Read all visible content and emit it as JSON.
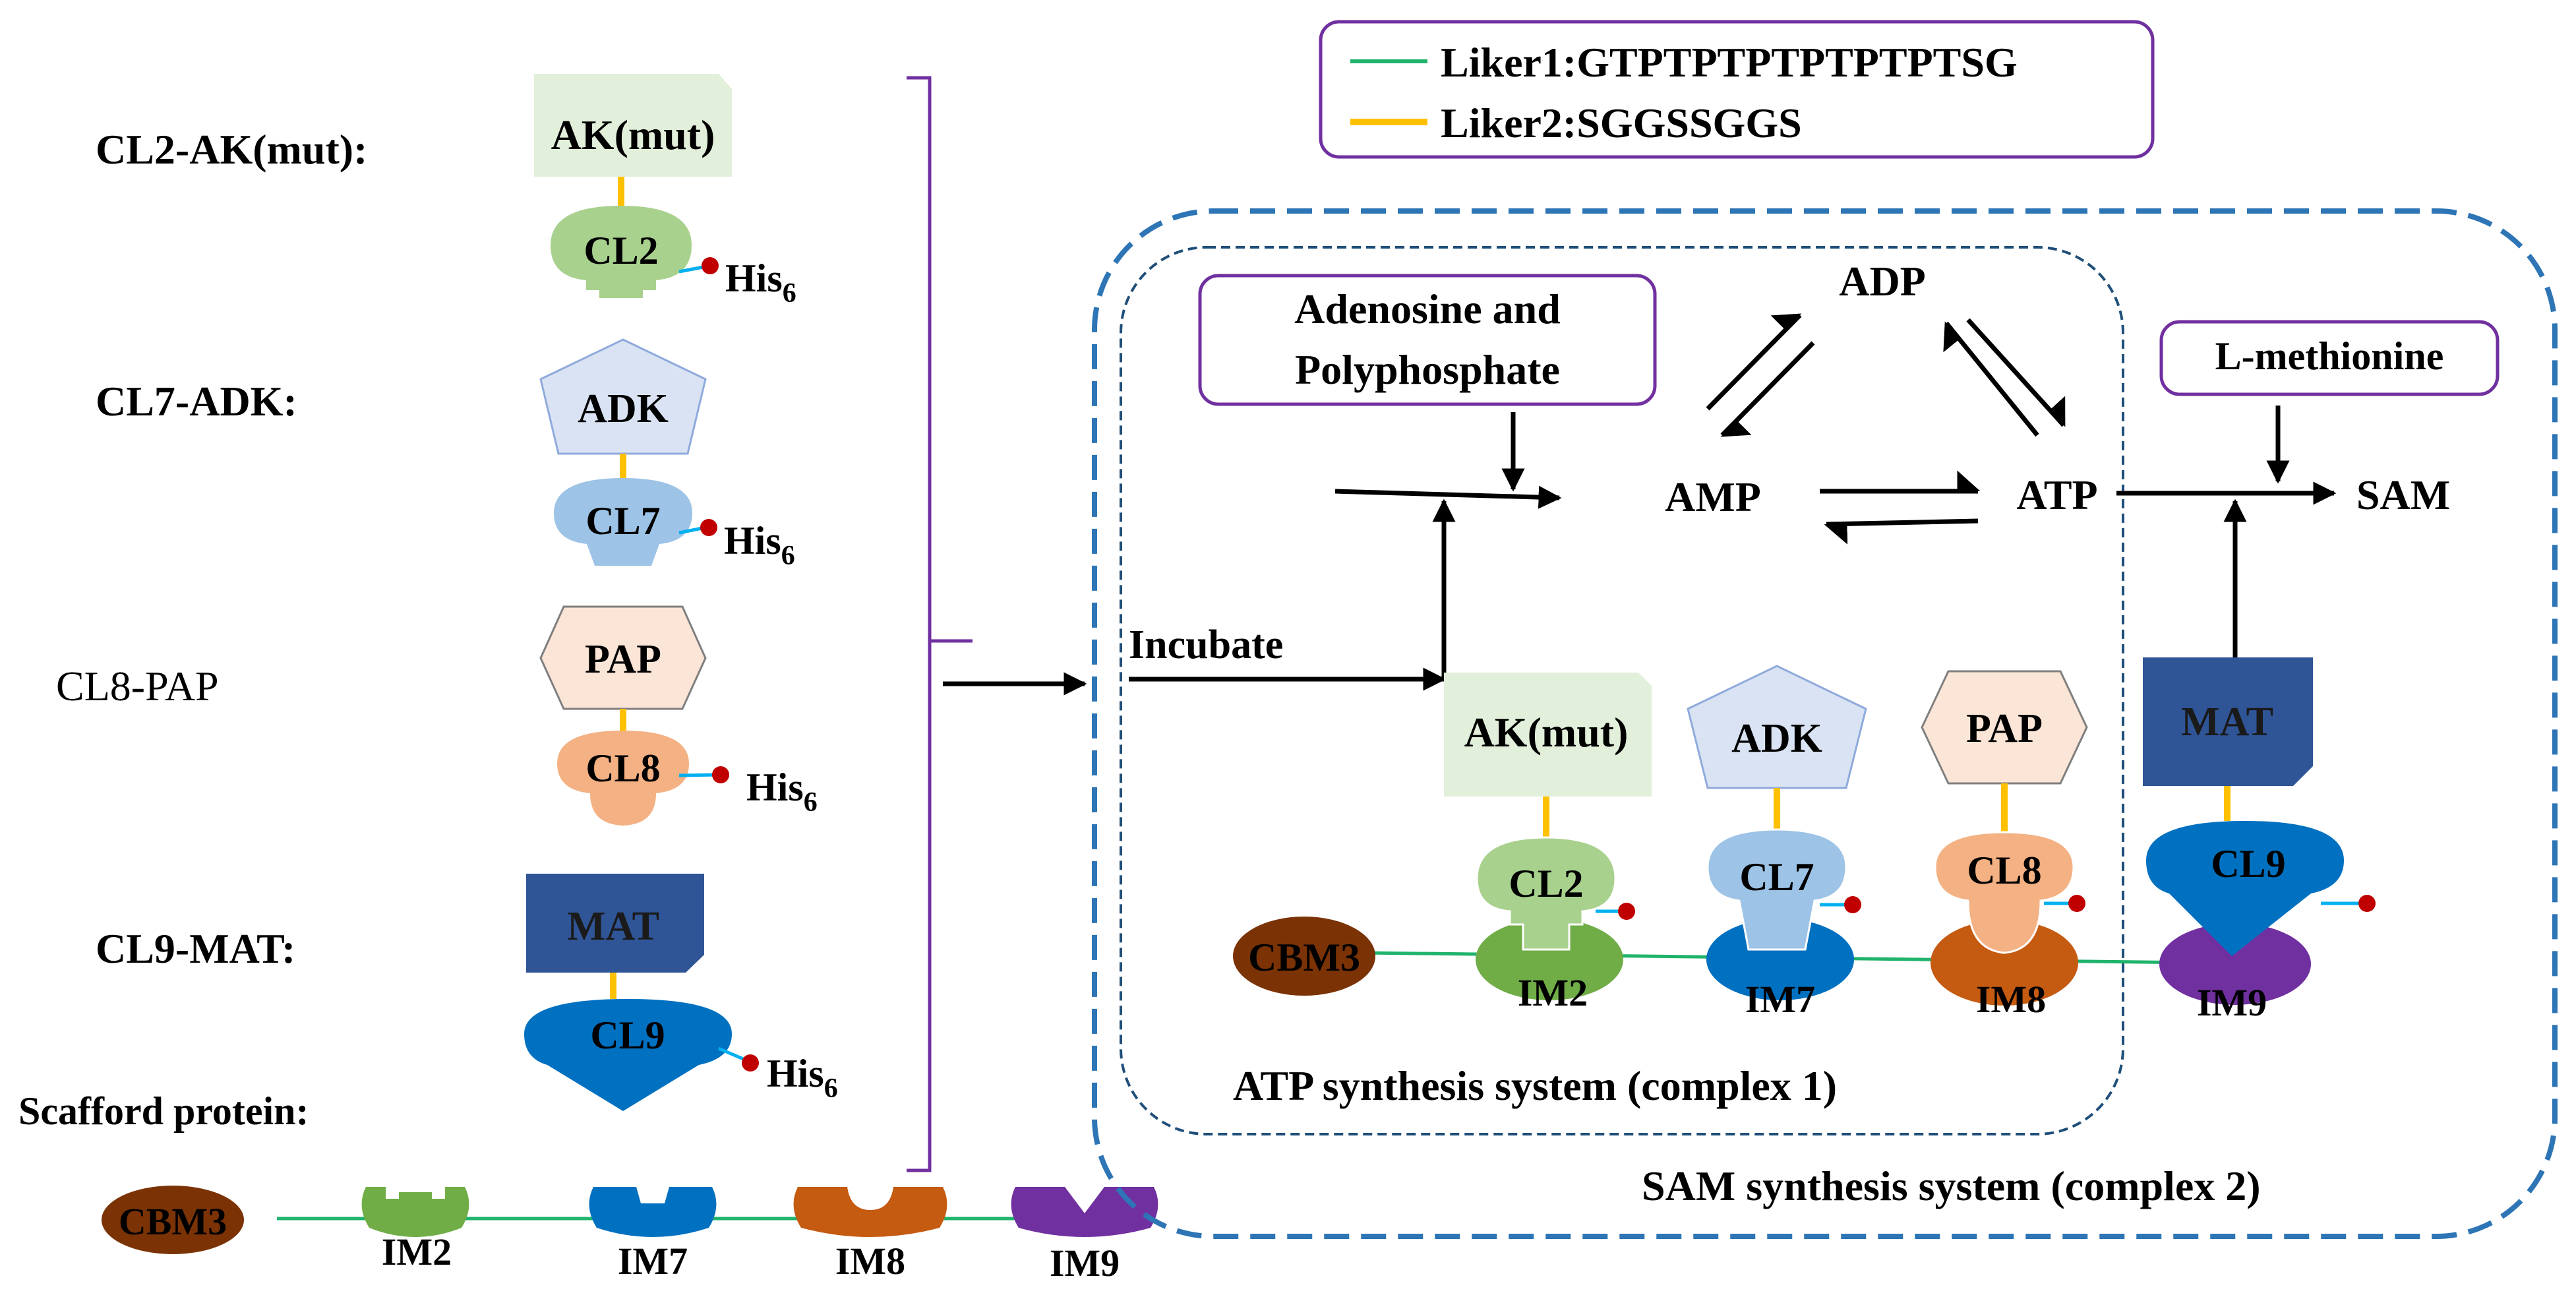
{
  "legend": {
    "linker1": "Liker1:GTPTPTPTPTPTPTSG",
    "linker2": "Liker2:SGGSSGGS",
    "linker1_color": "#1fb36b",
    "linker2_color": "#ffc000"
  },
  "constructs": {
    "cl2_ak": "CL2-AK(mut):",
    "cl7_adk": "CL7-ADK:",
    "cl8_pap": "CL8-PAP",
    "cl9_mat": "CL9-MAT:",
    "scaffold": "Scafford protein:"
  },
  "modules": {
    "ak": "AK(mut)",
    "adk": "ADK",
    "pap": "PAP",
    "mat": "MAT",
    "cl2": "CL2",
    "cl7": "CL7",
    "cl8": "CL8",
    "cl9": "CL9",
    "cbm3": "CBM3",
    "im2": "IM2",
    "im7": "IM7",
    "im8": "IM8",
    "im9": "IM9",
    "his": "His",
    "his_sub": "6"
  },
  "pathway": {
    "substrate_line1": "Adenosine and",
    "substrate_line2": "Polyphosphate",
    "adp": "ADP",
    "amp": "AMP",
    "atp": "ATP",
    "sam": "SAM",
    "methionine": "L-methionine",
    "incubate": "Incubate"
  },
  "systems": {
    "complex1": "ATP synthesis system (complex 1)",
    "complex2": "SAM synthesis system (complex 2)"
  },
  "colors": {
    "ak_fill": "#e2efda",
    "adk_fill": "#dae3f3",
    "pap_fill": "#fbe5d6",
    "mat_fill": "#2f5597",
    "cl2_fill": "#a9d18e",
    "cl7_fill": "#9dc3e6",
    "cl8_fill": "#f4b183",
    "cl9_fill": "#0070c0",
    "cbm3_fill": "#7b3306",
    "im2_fill": "#70ad47",
    "im7_fill": "#0070c0",
    "im8_fill": "#c55a11",
    "im9_fill": "#7030a0",
    "his_tag": "#c00000",
    "his_link": "#00b0f0",
    "box_border": "#7030a0",
    "complex_border": "#2e75b6"
  }
}
